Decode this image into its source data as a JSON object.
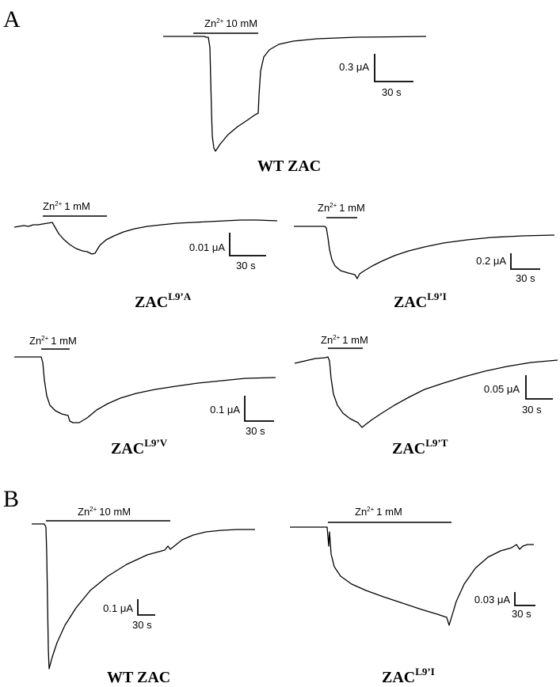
{
  "panels": {
    "A": {
      "label": "A"
    },
    "B": {
      "label": "B"
    }
  },
  "recordings": {
    "a_wt": {
      "construct": "WT ZAC",
      "construct_sup": "",
      "ion_base": "Zn",
      "ion_sup": "2+",
      "concentration": "10 mM",
      "scale_current": "0.3 μA",
      "scale_time": "30 s"
    },
    "a_l9a": {
      "construct": "ZAC",
      "construct_sup": "L9’A",
      "ion_base": "Zn",
      "ion_sup": "2+",
      "concentration": "1 mM",
      "scale_current": "0.01 μA",
      "scale_time": "30 s"
    },
    "a_l9i": {
      "construct": "ZAC",
      "construct_sup": "L9’I",
      "ion_base": "Zn",
      "ion_sup": "2+",
      "concentration": "1 mM",
      "scale_current": "0.2 μA",
      "scale_time": "30 s"
    },
    "a_l9v": {
      "construct": "ZAC",
      "construct_sup": "L9’V",
      "ion_base": "Zn",
      "ion_sup": "2+",
      "concentration": "1 mM",
      "scale_current": "0.1 μA",
      "scale_time": "30 s"
    },
    "a_l9t": {
      "construct": "ZAC",
      "construct_sup": "L9’T",
      "ion_base": "Zn",
      "ion_sup": "2+",
      "concentration": "1 mM",
      "scale_current": "0.05 μA",
      "scale_time": "30 s"
    },
    "b_wt": {
      "construct": "WT ZAC",
      "construct_sup": "",
      "ion_base": "Zn",
      "ion_sup": "2+",
      "concentration": "10 mM",
      "scale_current": "0.1 μA",
      "scale_time": "30 s"
    },
    "b_l9i": {
      "construct": "ZAC",
      "construct_sup": "L9’I",
      "ion_base": "Zn",
      "ion_sup": "2+",
      "concentration": "1 mM",
      "scale_current": "0.03 μA",
      "scale_time": "30 s"
    }
  }
}
